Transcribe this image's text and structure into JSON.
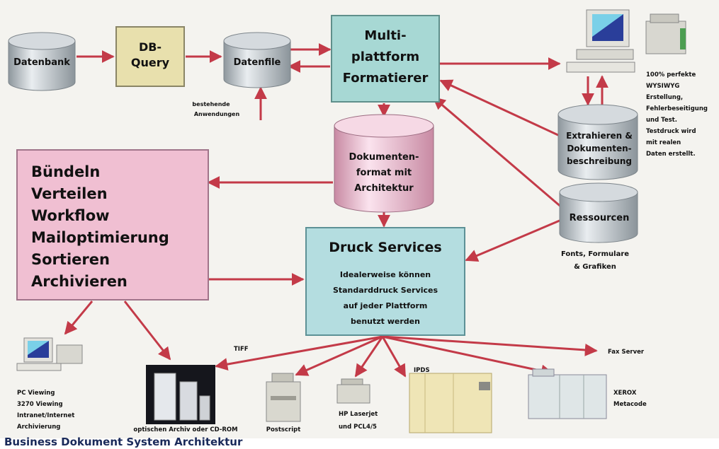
{
  "caption": "Business Dokument System Architektur",
  "colors": {
    "arrow": "#c33a48",
    "cylinder": "#bfc7cd",
    "cylinder_pink": "#f1c8d8",
    "query_box": "#e8e0ad",
    "formatter_box": "#a7d8d4",
    "print_box": "#b4dde0",
    "bundle_box": "#f0bfd2"
  },
  "nodes": {
    "datenbank": "Datenbank",
    "db_query": [
      "DB-",
      "Query"
    ],
    "datenfile": "Datenfile",
    "bestehende": [
      "bestehende",
      "Anwendungen"
    ],
    "formatierer": [
      "Multi-",
      "plattform",
      "Formatierer"
    ],
    "wysiwyg": [
      "100% perfekte",
      "WYSIWYG",
      "Erstellung,",
      "Fehlerbeseitigung",
      "und Test.",
      "Testdruck wird",
      "mit realen",
      "Daten erstellt."
    ],
    "extrahieren": [
      "Extrahieren &",
      "Dokumenten-",
      "beschreibung"
    ],
    "dokumentenformat": [
      "Dokumenten-",
      "format mit",
      "Architektur"
    ],
    "ressourcen": "Ressourcen",
    "fonts": [
      "Fonts, Formulare",
      "& Grafiken"
    ],
    "bundle_list": [
      "Bündeln",
      "Verteilen",
      "Workflow",
      "Mailoptimierung",
      "Sortieren",
      "Archivieren"
    ],
    "druck_title": "Druck Services",
    "druck_body": [
      "Idealerweise können",
      "Standarddruck Services",
      "auf jeder Plattform",
      "benutzt werden"
    ],
    "pc_viewing": [
      "PC Viewing",
      "3270 Viewing",
      "Intranet/Internet",
      "Archivierung"
    ],
    "archiv": "optischen Archiv oder CD-ROM",
    "tiff": "TIFF",
    "postscript": "Postscript",
    "hp": [
      "HP Laserjet",
      "und PCL4/5"
    ],
    "ipds": "IPDS",
    "fax": "Fax Server",
    "xerox": [
      "XEROX",
      "Metacode"
    ]
  }
}
